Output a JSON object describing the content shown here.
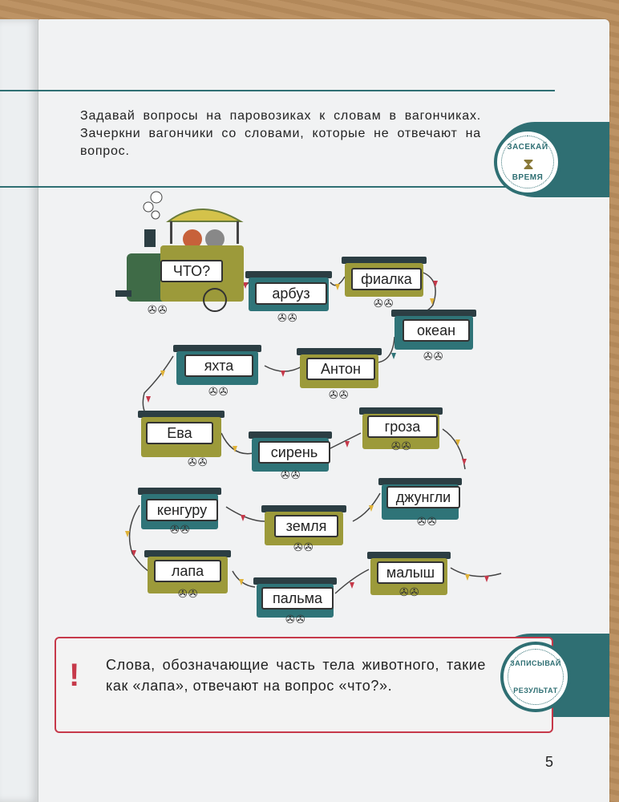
{
  "instruction": "Задавай вопросы на паровозиках к словам в вагончиках. Зачеркни вагончики со словами, которые не отвечают на вопрос.",
  "badge_top": {
    "line1": "ЗАСЕКАЙ",
    "line2": "ВРЕМЯ",
    "icon": "hourglass-icon"
  },
  "locomotive_label": "ЧТО?",
  "wagons": [
    "арбуз",
    "фиалка",
    "океан",
    "Антон",
    "яхта",
    "Ева",
    "сирень",
    "гроза",
    "джунгли",
    "земля",
    "кенгуру",
    "лапа",
    "пальма",
    "малыш"
  ],
  "note": {
    "text": "Слова, обозначающие часть тела животного, такие как «лапа», отвечают на вопрос «что?».",
    "icon": "exclamation-icon"
  },
  "badge_bottom": {
    "line1": "ЗАПИСЫВАЙ",
    "line2": "РЕЗУЛЬТАТ"
  },
  "page_number": "5",
  "colors": {
    "teal": "#2f6f73",
    "olive": "#9c9a3a",
    "red": "#c6394a"
  }
}
